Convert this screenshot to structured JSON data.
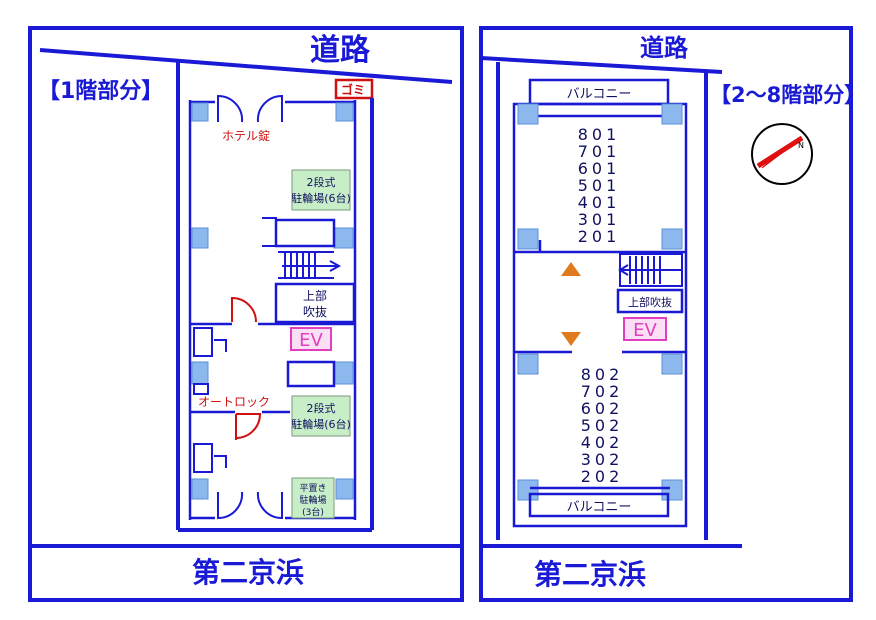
{
  "left_panel": {
    "road_label": "道路",
    "floor_label": "【1階部分】",
    "trash_label": "ゴミ",
    "hotel_lock_label": "ホテル錠",
    "parking_top": [
      "2段式",
      "駐輪場(6台)"
    ],
    "parking_mid": [
      "2段式",
      "駐輪場(6台)"
    ],
    "parking_flat": [
      "平置き",
      "駐輪場",
      "(3台)"
    ],
    "void_label": [
      "上部",
      "吹抜"
    ],
    "ev_label": "EV",
    "autolock_label": "オートロック",
    "bottom_label": "第二京浜"
  },
  "right_panel": {
    "road_label": "道路",
    "floor_label": "【2～8階部分】",
    "balcony_top": "バルコニー",
    "balcony_bottom": "バルコニー",
    "rooms_top": [
      "801",
      "701",
      "601",
      "501",
      "401",
      "301",
      "201"
    ],
    "rooms_bottom": [
      "802",
      "702",
      "602",
      "502",
      "402",
      "302",
      "202"
    ],
    "void_label": "上部吹抜",
    "ev_label": "EV",
    "bottom_label": "第二京浜",
    "compass_icon": "north-arrow-icon"
  },
  "colors": {
    "wall": "#1a1ad6",
    "pillar": "#8db8ee",
    "parking_bg": "#c8eec8",
    "ev": "#e040c0",
    "arrow": "#e07a20",
    "red": "#d01010"
  }
}
